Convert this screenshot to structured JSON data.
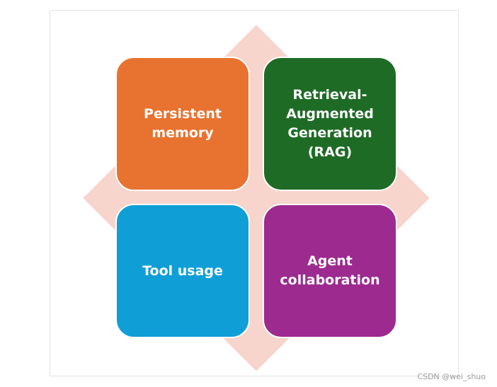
{
  "diagram": {
    "quadrants": [
      {
        "id": "top-left",
        "label": "Persistent\nmemory",
        "color": "#e87230"
      },
      {
        "id": "top-right",
        "label": "Retrieval-\nAugmented\nGeneration\n(RAG)",
        "color": "#1e6b25"
      },
      {
        "id": "bottom-left",
        "label": "Tool usage",
        "color": "#0f9fd6"
      },
      {
        "id": "bottom-right",
        "label": "Agent\ncollaboration",
        "color": "#9c2a8f"
      }
    ],
    "background_diamond_color": "#f7d5cc"
  },
  "watermark": "CSDN @wei_shuo"
}
